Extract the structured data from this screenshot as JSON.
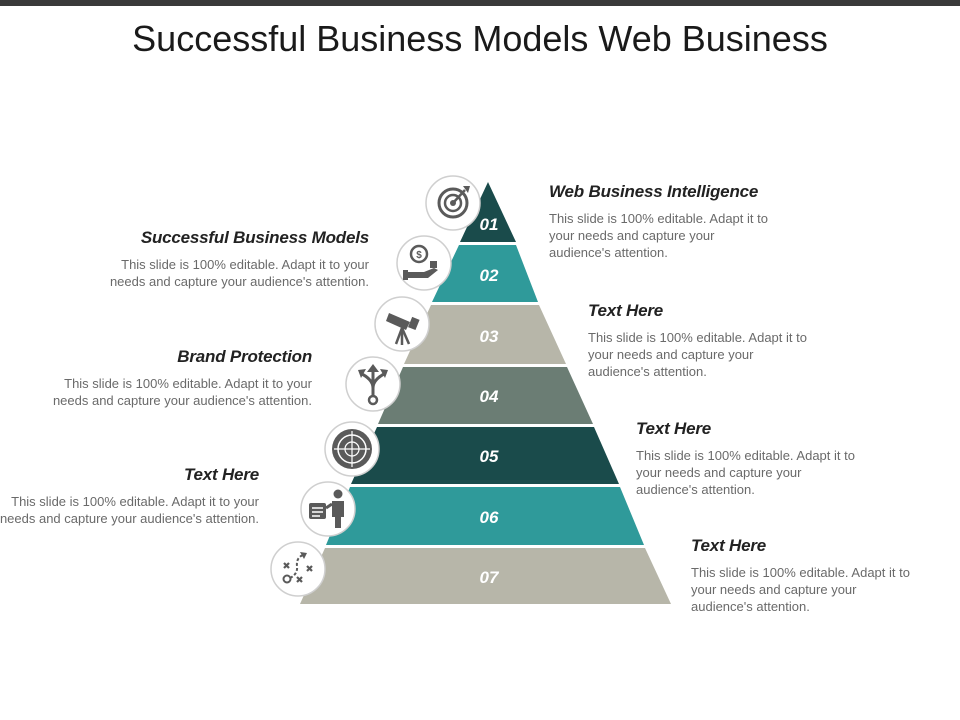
{
  "title": "Successful Business Models Web Business",
  "colors": {
    "dark_teal": "#1a4b4b",
    "teal": "#2f9a9a",
    "stone": "#b7b6a9",
    "slate": "#6b7d74",
    "icon_stroke": "#cfcfcf",
    "icon_fill": "#5a5a5a"
  },
  "layers": [
    {
      "number": "01",
      "color": "#1a4b4b",
      "icon": "target-icon"
    },
    {
      "number": "02",
      "color": "#2f9a9a",
      "icon": "money-hand-icon"
    },
    {
      "number": "03",
      "color": "#b7b6a9",
      "icon": "telescope-icon"
    },
    {
      "number": "04",
      "color": "#6b7d74",
      "icon": "split-arrows-icon"
    },
    {
      "number": "05",
      "color": "#1a4b4b",
      "icon": "crosshair-icon"
    },
    {
      "number": "06",
      "color": "#2f9a9a",
      "icon": "presenter-icon"
    },
    {
      "number": "07",
      "color": "#b7b6a9",
      "icon": "strategy-icon"
    }
  ],
  "left_items": [
    {
      "heading": "Successful Business Models",
      "body": "This slide is 100% editable. Adapt it to your needs and capture your audience's attention."
    },
    {
      "heading": "Brand Protection",
      "body": "This slide is 100% editable. Adapt it to your needs and capture your audience's attention."
    },
    {
      "heading": "Text Here",
      "body": "This slide is 100% editable. Adapt it to your needs and capture your audience's attention."
    }
  ],
  "right_items": [
    {
      "heading": "Web Business Intelligence",
      "body": "This slide is 100% editable. Adapt it to your needs and capture your audience's attention."
    },
    {
      "heading": "Text Here",
      "body": "This slide is 100% editable. Adapt it to your needs and capture your audience's attention."
    },
    {
      "heading": "Text Here",
      "body": "This slide is 100% editable. Adapt it to your needs and capture your audience's attention."
    },
    {
      "heading": "Text Here",
      "body": "This slide is 100% editable. Adapt it to your needs and capture your audience's attention."
    }
  ]
}
